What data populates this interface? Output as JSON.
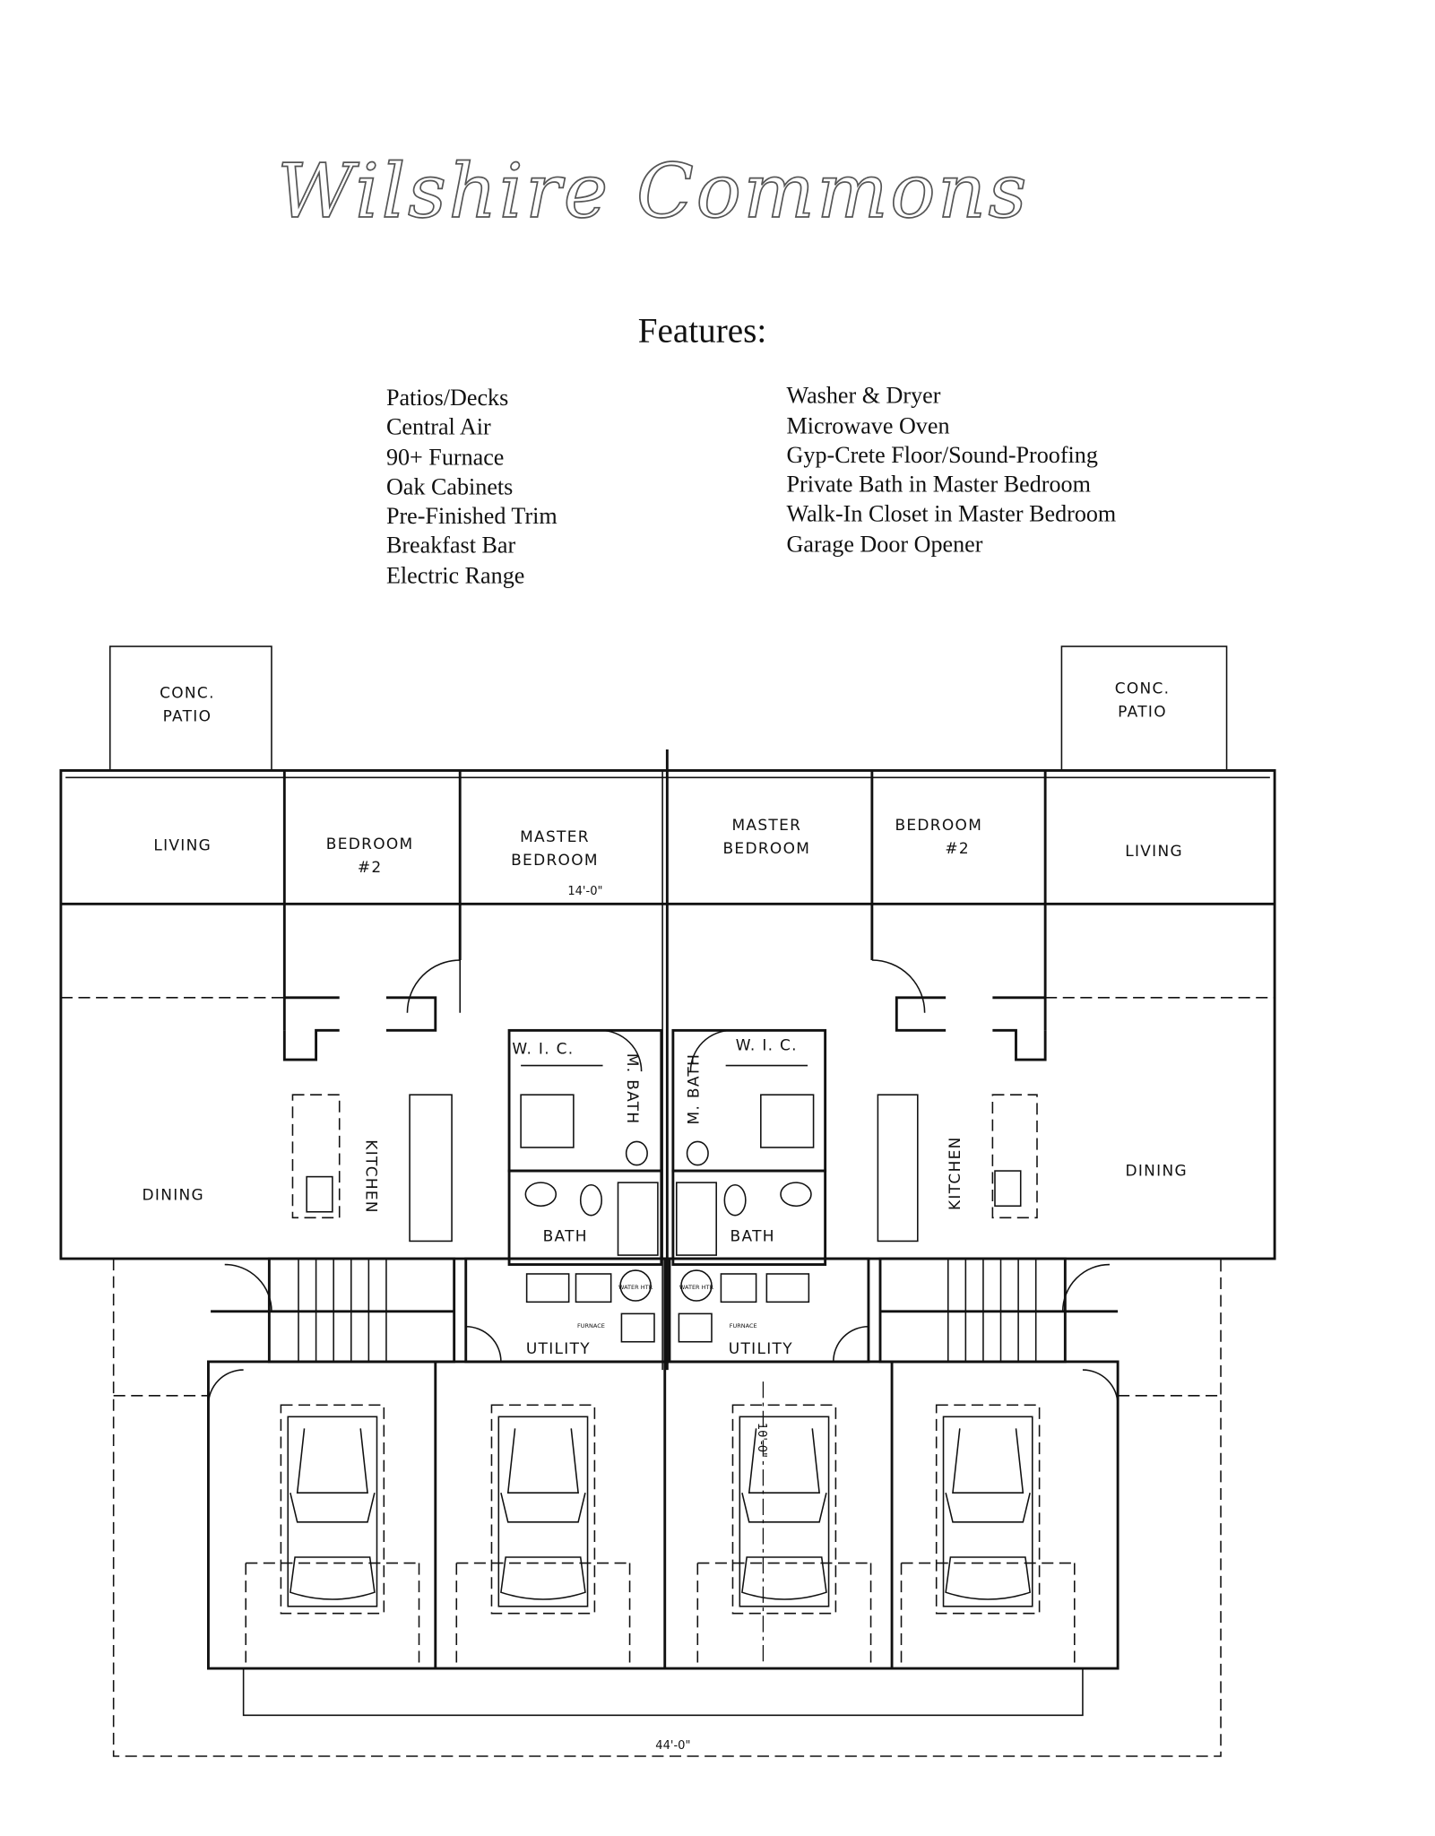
{
  "title": "Wilshire Commons",
  "features": {
    "heading": "Features:",
    "left": [
      "Patios/Decks",
      "Central Air",
      "90+ Furnace",
      "Oak Cabinets",
      "Pre-Finished Trim",
      "Breakfast Bar",
      "Electric Range"
    ],
    "right": [
      "Washer & Dryer",
      "Microwave Oven",
      "Gyp-Crete Floor/Sound-Proofing",
      "Private Bath in Master Bedroom",
      "Walk-In Closet in Master Bedroom",
      "Garage Door Opener"
    ]
  },
  "plan": {
    "patio_l1": "CONC.",
    "patio_l2": "PATIO",
    "living": "LIVING",
    "bedroom": "BEDROOM",
    "bedroom_num": "#2",
    "master": "MASTER",
    "master_bedroom": "BEDROOM",
    "master_dim": "14'-0\"",
    "wic": "W. I. C.",
    "mbath": "M. BATH",
    "kitchen": "KITCHEN",
    "dining": "DINING",
    "bath": "BATH",
    "utility": "UTILITY",
    "water_heater": "WATER HTR",
    "furnace": "FURNACE",
    "garage_dim": "10'-0\"",
    "overall_dim": "44'-0\""
  }
}
